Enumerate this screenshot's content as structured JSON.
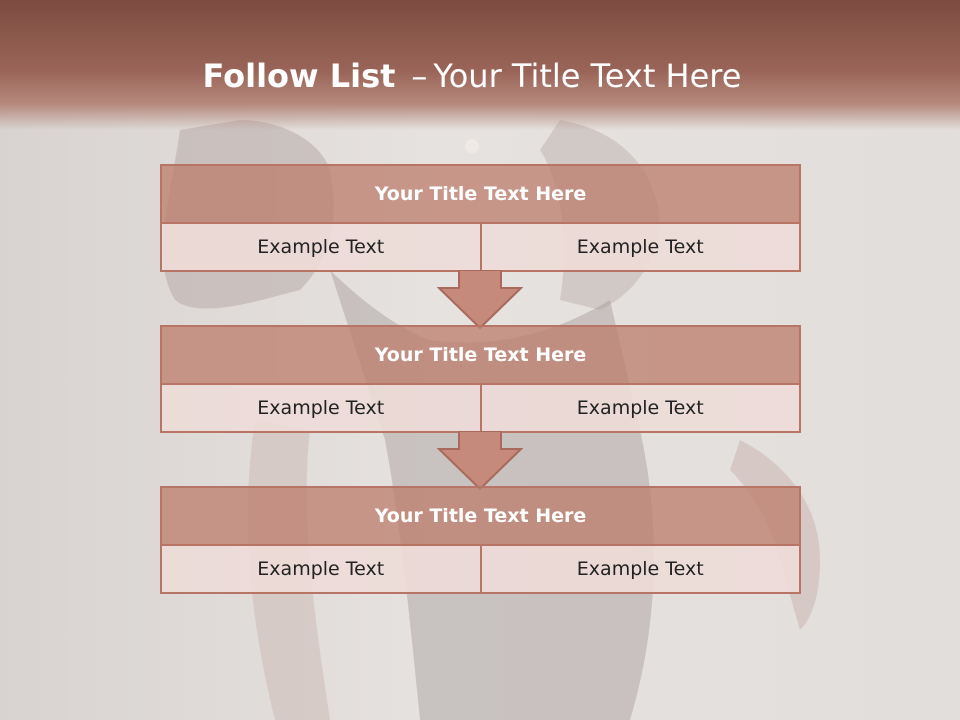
{
  "slide": {
    "title_bold": "Follow List",
    "title_separator": "–",
    "title_rest": "Your Title Text Here"
  },
  "boxes": [
    {
      "title": "Your Title Text Here",
      "cells": [
        "Example Text",
        "Example Text"
      ]
    },
    {
      "title": "Your Title Text Here",
      "cells": [
        "Example Text",
        "Example Text"
      ]
    },
    {
      "title": "Your Title Text Here",
      "cells": [
        "Example Text",
        "Example Text"
      ]
    }
  ],
  "colors": {
    "header": "#8c5649",
    "box_title_fill": "#c08070",
    "box_border": "#b87566",
    "box_cell_fill": "#eedcd8",
    "arrow_fill": "#c58a7c"
  },
  "icons": [
    "down-arrow-icon",
    "down-arrow-icon"
  ]
}
